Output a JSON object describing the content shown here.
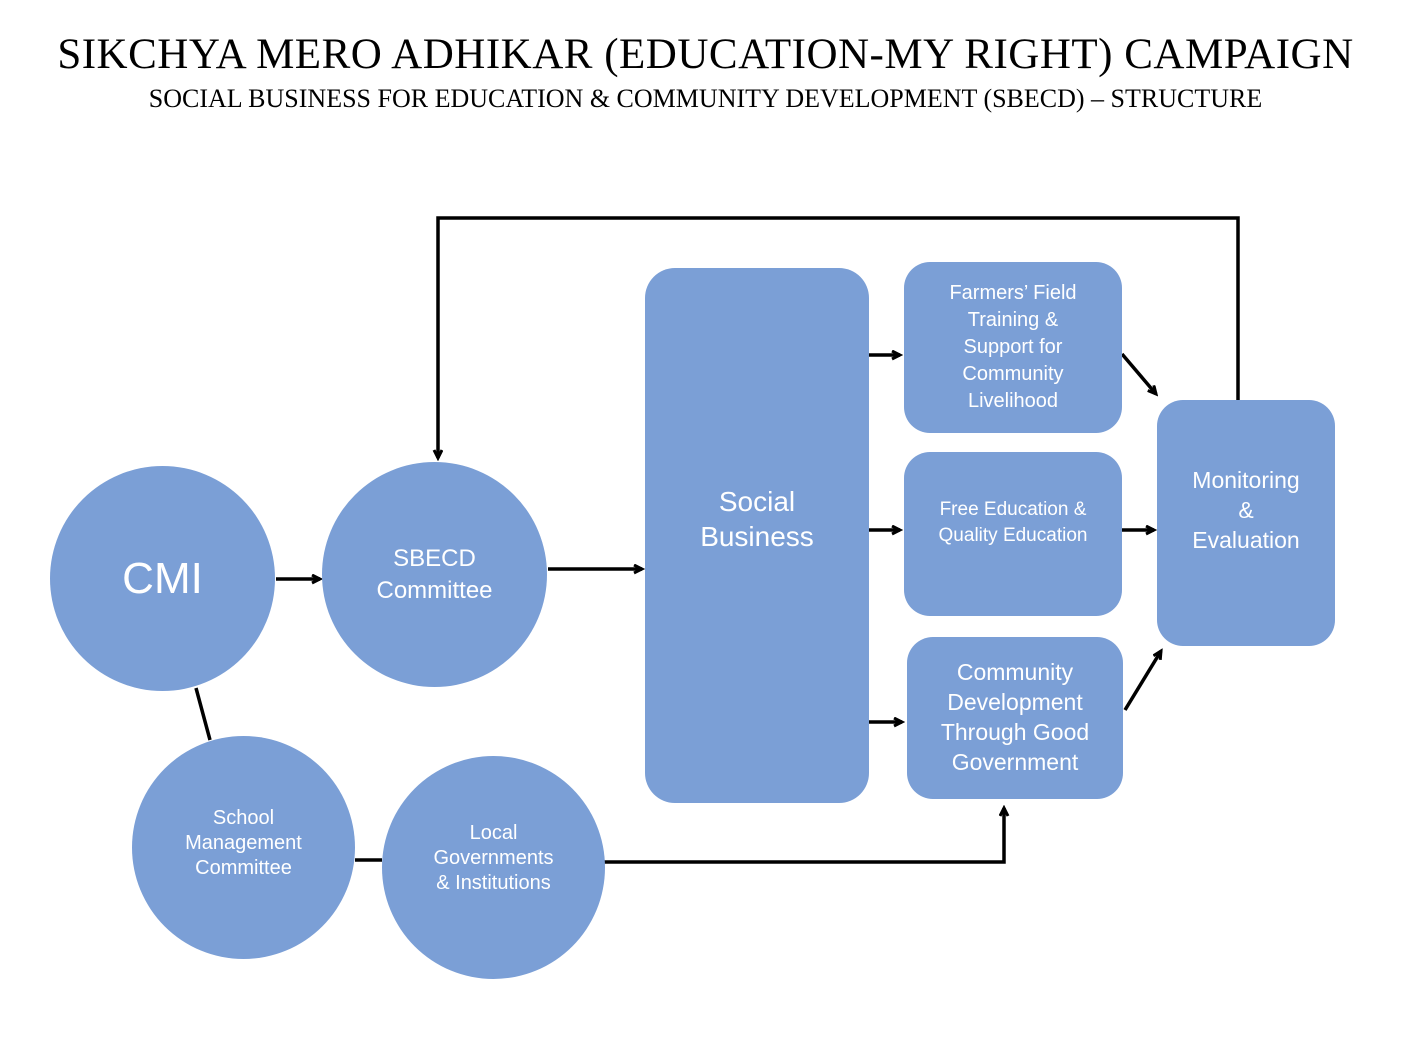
{
  "header": {
    "title": "SIKCHYA MERO ADHIKAR (EDUCATION-MY RIGHT) CAMPAIGN",
    "subtitle": "SOCIAL BUSINESS FOR EDUCATION & COMMUNITY DEVELOPMENT (SBECD) – STRUCTURE"
  },
  "colors": {
    "node_fill": "#7b9fd6",
    "node_text": "#ffffff",
    "connector": "#000000"
  },
  "nodes": {
    "cmi": "CMI",
    "sbecd_committee": "SBECD\nCommittee",
    "social_business": "Social\nBusiness",
    "farmers_training": "Farmers’ Field\nTraining &\nSupport for\nCommunity\nLivelihood",
    "free_education": "Free Education &\nQuality Education",
    "community_development": "Community\nDevelopment\nThrough Good\nGovernment",
    "monitoring": "Monitoring\n&\nEvaluation",
    "school_management": "School\nManagement\nCommittee",
    "local_governments": "Local\nGovernments\n& Institutions"
  }
}
